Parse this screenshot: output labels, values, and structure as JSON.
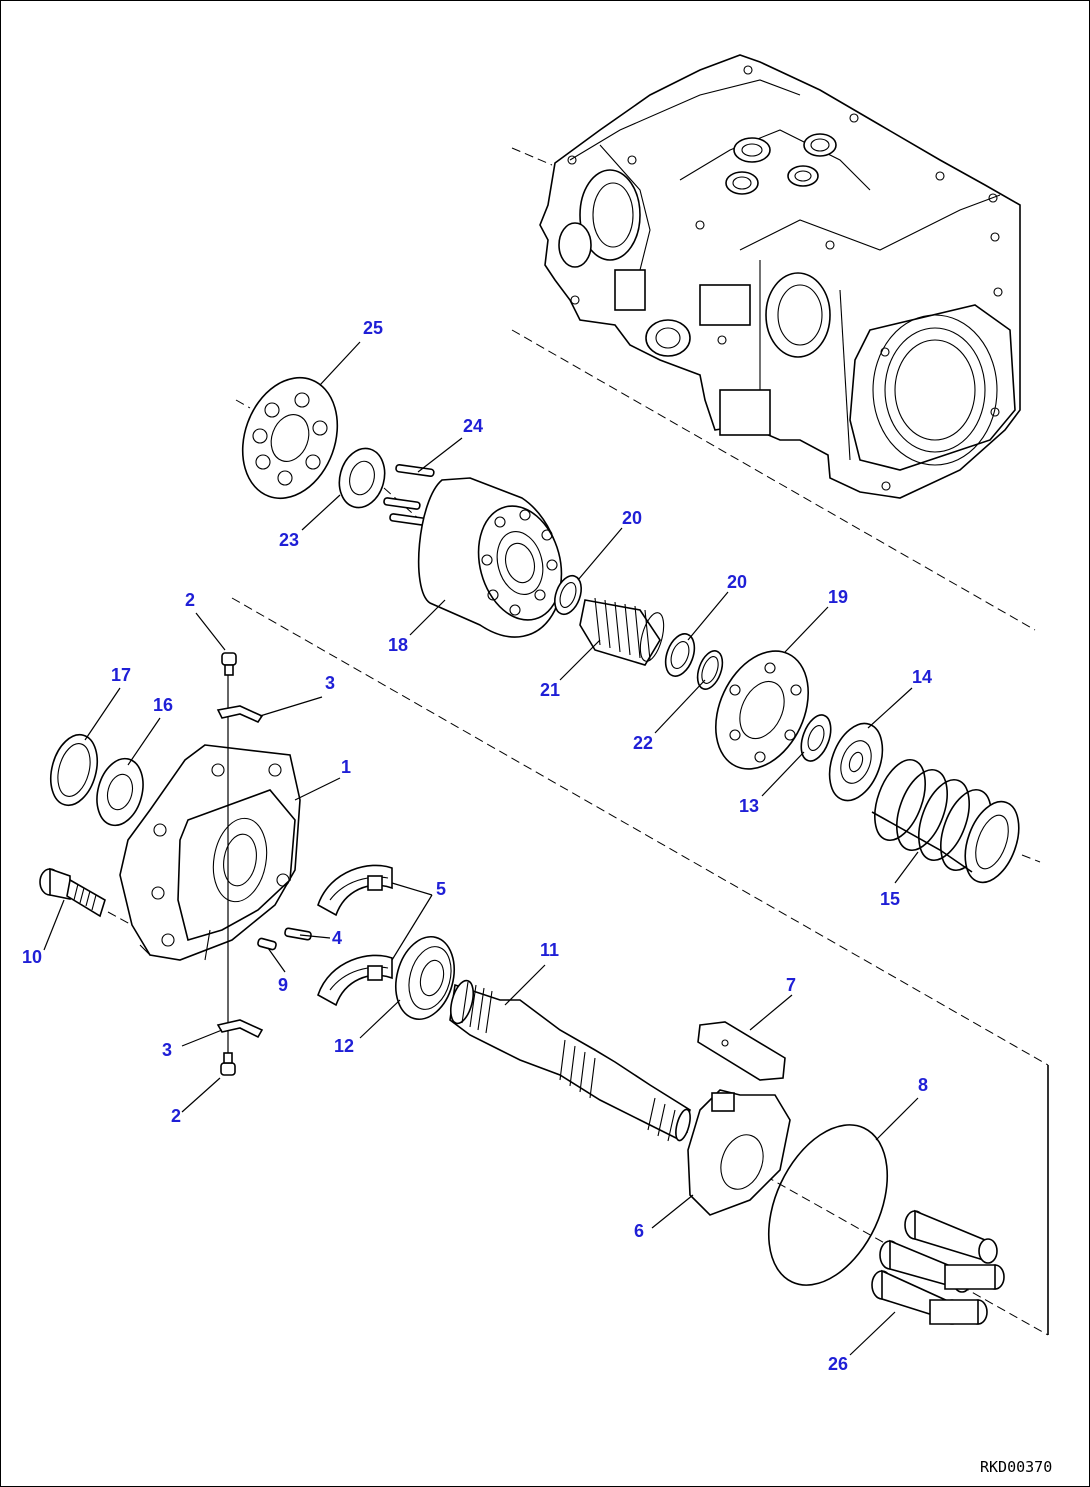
{
  "drawing": {
    "code": "RKD00370",
    "accent_color": "#1f1fd6"
  },
  "callouts": [
    {
      "id": "c25",
      "label": "25"
    },
    {
      "id": "c24",
      "label": "24"
    },
    {
      "id": "c23",
      "label": "23"
    },
    {
      "id": "c20a",
      "label": "20"
    },
    {
      "id": "c20b",
      "label": "20"
    },
    {
      "id": "c19",
      "label": "19"
    },
    {
      "id": "c18",
      "label": "18"
    },
    {
      "id": "c21",
      "label": "21"
    },
    {
      "id": "c22",
      "label": "22"
    },
    {
      "id": "c14",
      "label": "14"
    },
    {
      "id": "c13",
      "label": "13"
    },
    {
      "id": "c15",
      "label": "15"
    },
    {
      "id": "c2a",
      "label": "2"
    },
    {
      "id": "c3a",
      "label": "3"
    },
    {
      "id": "c17",
      "label": "17"
    },
    {
      "id": "c16",
      "label": "16"
    },
    {
      "id": "c1",
      "label": "1"
    },
    {
      "id": "c5",
      "label": "5"
    },
    {
      "id": "c4",
      "label": "4"
    },
    {
      "id": "c10",
      "label": "10"
    },
    {
      "id": "c9",
      "label": "9"
    },
    {
      "id": "c11",
      "label": "11"
    },
    {
      "id": "c12",
      "label": "12"
    },
    {
      "id": "c7",
      "label": "7"
    },
    {
      "id": "c3b",
      "label": "3"
    },
    {
      "id": "c2b",
      "label": "2"
    },
    {
      "id": "c8",
      "label": "8"
    },
    {
      "id": "c6",
      "label": "6"
    },
    {
      "id": "c26",
      "label": "26"
    }
  ]
}
